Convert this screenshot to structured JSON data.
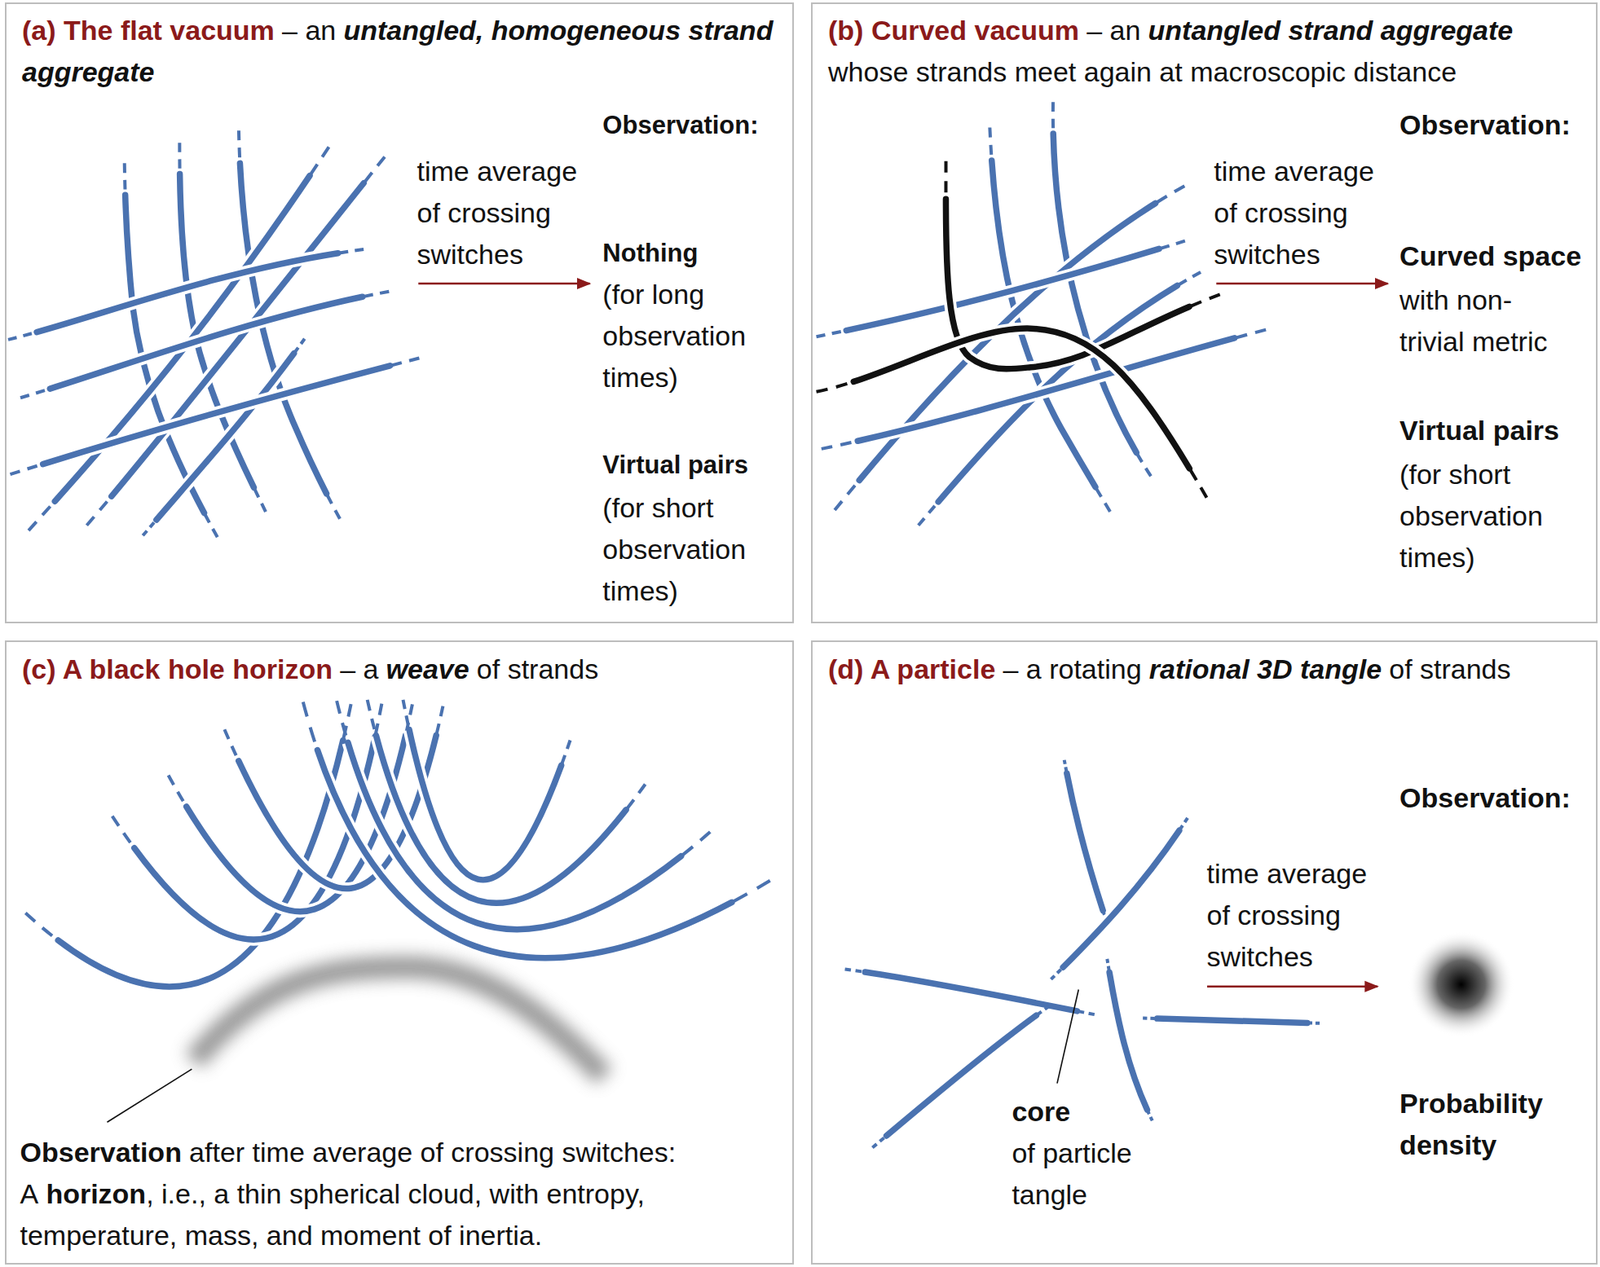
{
  "diagram": {
    "nodes": [
      {
        "text": [
          "(a) The flat vacuum",
          "– an",
          "untangled, homogeneous strand aggregate",
          "Observation:",
          "time average of crossing switches",
          "Nothing",
          "(for long observation times)",
          "Virtual pairs",
          "(for short observation times)"
        ]
      },
      {
        "text": [
          "(b) Curved vacuum",
          "– an",
          "untangled strand aggregate",
          "whose strands meet again at macroscopic distance",
          "Observation:",
          "time average of crossing switches",
          "Curved space",
          "with non-trivial metric",
          "Virtual pairs",
          "(for short observation times)"
        ]
      },
      {
        "text": [
          "(c) A black hole horizon",
          "– a",
          "weave",
          "of strands",
          "Observation",
          "after time average of crossing switches:",
          "A",
          "horizon",
          ", i.e., a thin spherical cloud, with entropy, temperature, mass, and moment of inertia."
        ]
      },
      {
        "text": [
          "(d) A particle",
          "– a rotating",
          "rational 3D tangle",
          "of strands",
          "Observation:",
          "time average of crossing switches",
          "core",
          "of particle tangle",
          "Probability density"
        ]
      }
    ]
  }
}
